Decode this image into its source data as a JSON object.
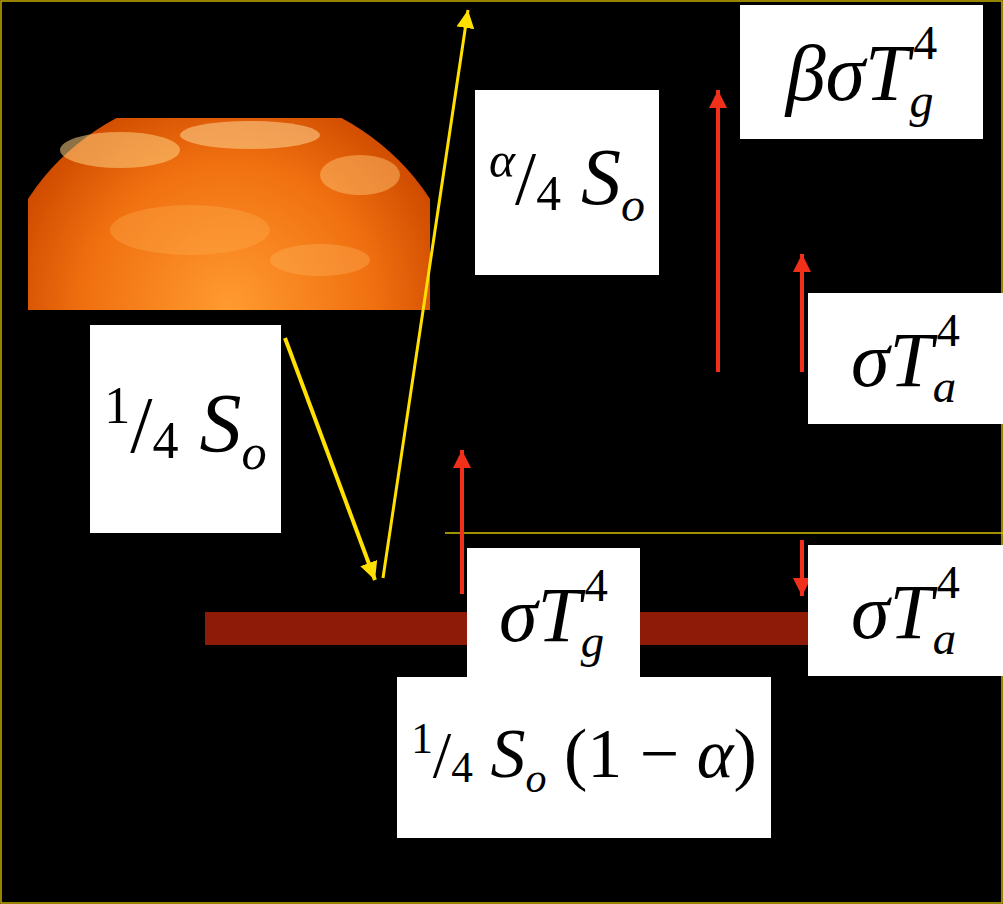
{
  "diagram": {
    "nodes": [
      {
        "text": [
          "1/4 So"
        ]
      },
      {
        "text": [
          "α/4 So"
        ]
      },
      {
        "text": [
          "βσTg4"
        ]
      },
      {
        "text": [
          "σTa4"
        ]
      },
      {
        "text": [
          "σTg4"
        ]
      },
      {
        "text": [
          "σTa4"
        ]
      },
      {
        "text": [
          "1/4 So (1 − α)"
        ]
      }
    ]
  }
}
